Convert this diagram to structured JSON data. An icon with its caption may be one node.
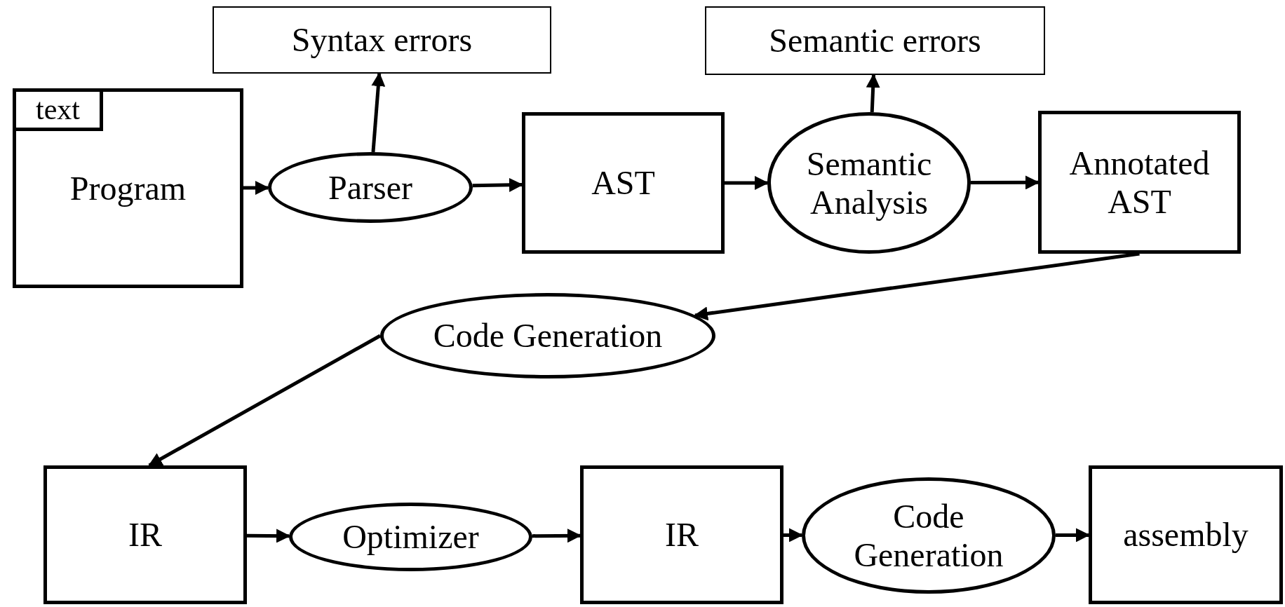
{
  "diagram": {
    "nodes": [
      {
        "text": [
          "Program"
        ]
      },
      {
        "text": [
          "text"
        ],
        "in": 0
      },
      {
        "text": [
          "Parser"
        ]
      },
      {
        "text": [
          "Syntax errors"
        ]
      },
      {
        "text": [
          "AST"
        ]
      },
      {
        "text": [
          "Semantic Analysis"
        ]
      },
      {
        "text": [
          "Semantic errors"
        ]
      },
      {
        "text": [
          "Annotated AST"
        ]
      },
      {
        "text": [
          "Code Generation"
        ]
      },
      {
        "text": [
          "IR"
        ]
      },
      {
        "text": [
          "Optimizer"
        ]
      },
      {
        "text": [
          "IR"
        ]
      },
      {
        "text": [
          "Code Generation"
        ]
      },
      {
        "text": [
          "assembly"
        ]
      }
    ],
    "edges": [
      {
        "from": 0,
        "to": 2,
        "arrow": "to"
      },
      {
        "from": 2,
        "to": 3,
        "arrow": "to"
      },
      {
        "from": 2,
        "to": 4,
        "arrow": "to"
      },
      {
        "from": 4,
        "to": 5,
        "arrow": "to"
      },
      {
        "from": 5,
        "to": 6,
        "arrow": "to"
      },
      {
        "from": 5,
        "to": 7,
        "arrow": "to"
      },
      {
        "from": 7,
        "to": 8,
        "arrow": "to"
      },
      {
        "from": 8,
        "to": 9,
        "arrow": "to"
      },
      {
        "from": 9,
        "to": 10,
        "arrow": "to"
      },
      {
        "from": 10,
        "to": 11,
        "arrow": "to"
      },
      {
        "from": 11,
        "to": 12,
        "arrow": "to"
      },
      {
        "from": 12,
        "to": 13,
        "arrow": "to"
      }
    ]
  }
}
